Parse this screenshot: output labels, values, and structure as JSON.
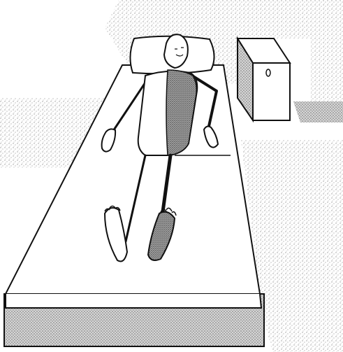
{
  "scene": {
    "subject": "person-lying-on-bed",
    "colors": {
      "background": "#ffffff",
      "ink": "#111111",
      "shadow_dots": "#9a9a9a",
      "highlight_fill": "#8f8f8f",
      "sheet": "#ffffff"
    },
    "objects": [
      "wall-stipple",
      "bed",
      "pillow",
      "nightstand",
      "person"
    ]
  }
}
